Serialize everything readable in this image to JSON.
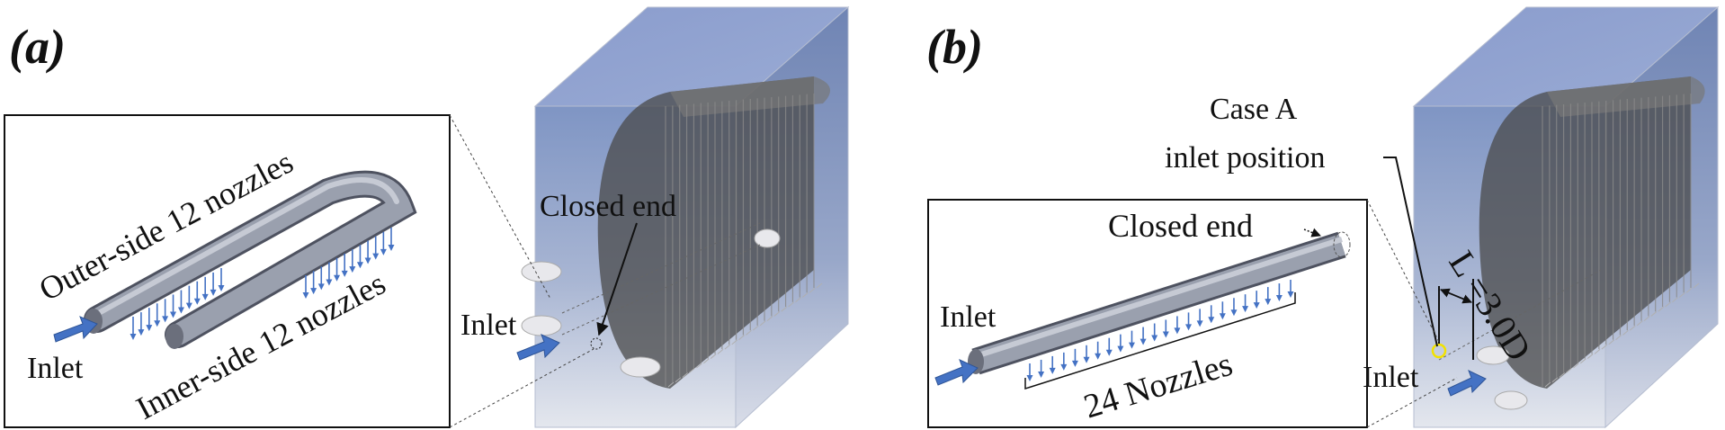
{
  "panels": {
    "a": {
      "label": "(a)",
      "inset_outer": "Outer-side 12 nozzles",
      "inset_inner": "Inner-side 12 nozzles",
      "inset_inlet": "Inlet",
      "closed_end": "Closed end",
      "inlet": "Inlet",
      "nozzles_per_side": 12
    },
    "b": {
      "label": "(b)",
      "case_line1": "Case A",
      "case_line2": "inlet position",
      "closed_end": "Closed end",
      "inset_inlet": "Inlet",
      "nozzles_label": "24 Nozzles",
      "nozzle_count": 24,
      "dimension": "L =3.0D",
      "inlet": "Inlet"
    }
  },
  "colors": {
    "tank_face": "#8fa2c8",
    "tank_side": "#7488b5",
    "coil": "#5a5a5a",
    "pipe": "#8e93a3",
    "arrow": "#4472c4",
    "nozzle": "#4472c4",
    "marker": "#f2e200"
  }
}
